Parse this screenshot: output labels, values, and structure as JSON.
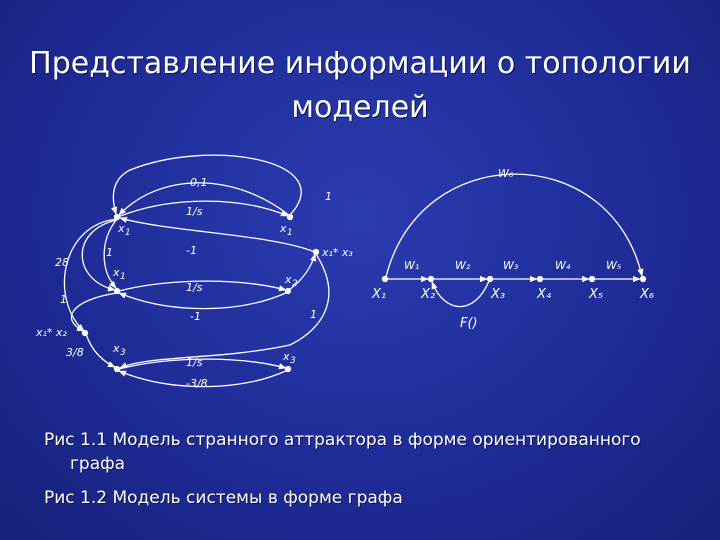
{
  "title": {
    "line1": "Представление информации о топологии",
    "line2": "моделей"
  },
  "figure1": {
    "labels": {
      "m01": "-0,1",
      "one_top": "1",
      "inv_s_top": "1/s",
      "x1_left": "x",
      "x1_left_sub": "1",
      "x1_right": "x",
      "x1_right_sub": "1",
      "c28": "28",
      "one_mid": "1",
      "m1_top": "-1",
      "x1x3": "x₁* x₃",
      "x1_mid": "x",
      "x1_mid_sub": "1",
      "x2_right": "x",
      "x2_right_sub": "2",
      "inv_s_mid": "1/s",
      "one_left": "1",
      "m1_bottom": "-1",
      "one_right": "1",
      "x1x2": "x₁* x₂",
      "c38_left": "3/8",
      "x3_left": "x",
      "x3_left_sub": "3",
      "x3_right": "x",
      "x3_right_sub": "3",
      "inv_s_bot": "1/s",
      "m38": "-3/8"
    }
  },
  "figure2": {
    "top_weight": "W₆",
    "weights": [
      "W₁",
      "W₂",
      "W₃",
      "W₄",
      "W₅"
    ],
    "nodes": [
      "X₁",
      "X₂",
      "X₃",
      "X₄",
      "X₅",
      "X₆"
    ],
    "feedback": "F()"
  },
  "captions": {
    "cap1_line1": "Рис 1.1 Модель странного аттрактора  в форме ориентированного",
    "cap1_line2": "графа",
    "cap2": "Рис 1.2 Модель системы в форме графа"
  },
  "colors": {
    "background": "#1f2c98",
    "foreground": "#ffffff"
  }
}
